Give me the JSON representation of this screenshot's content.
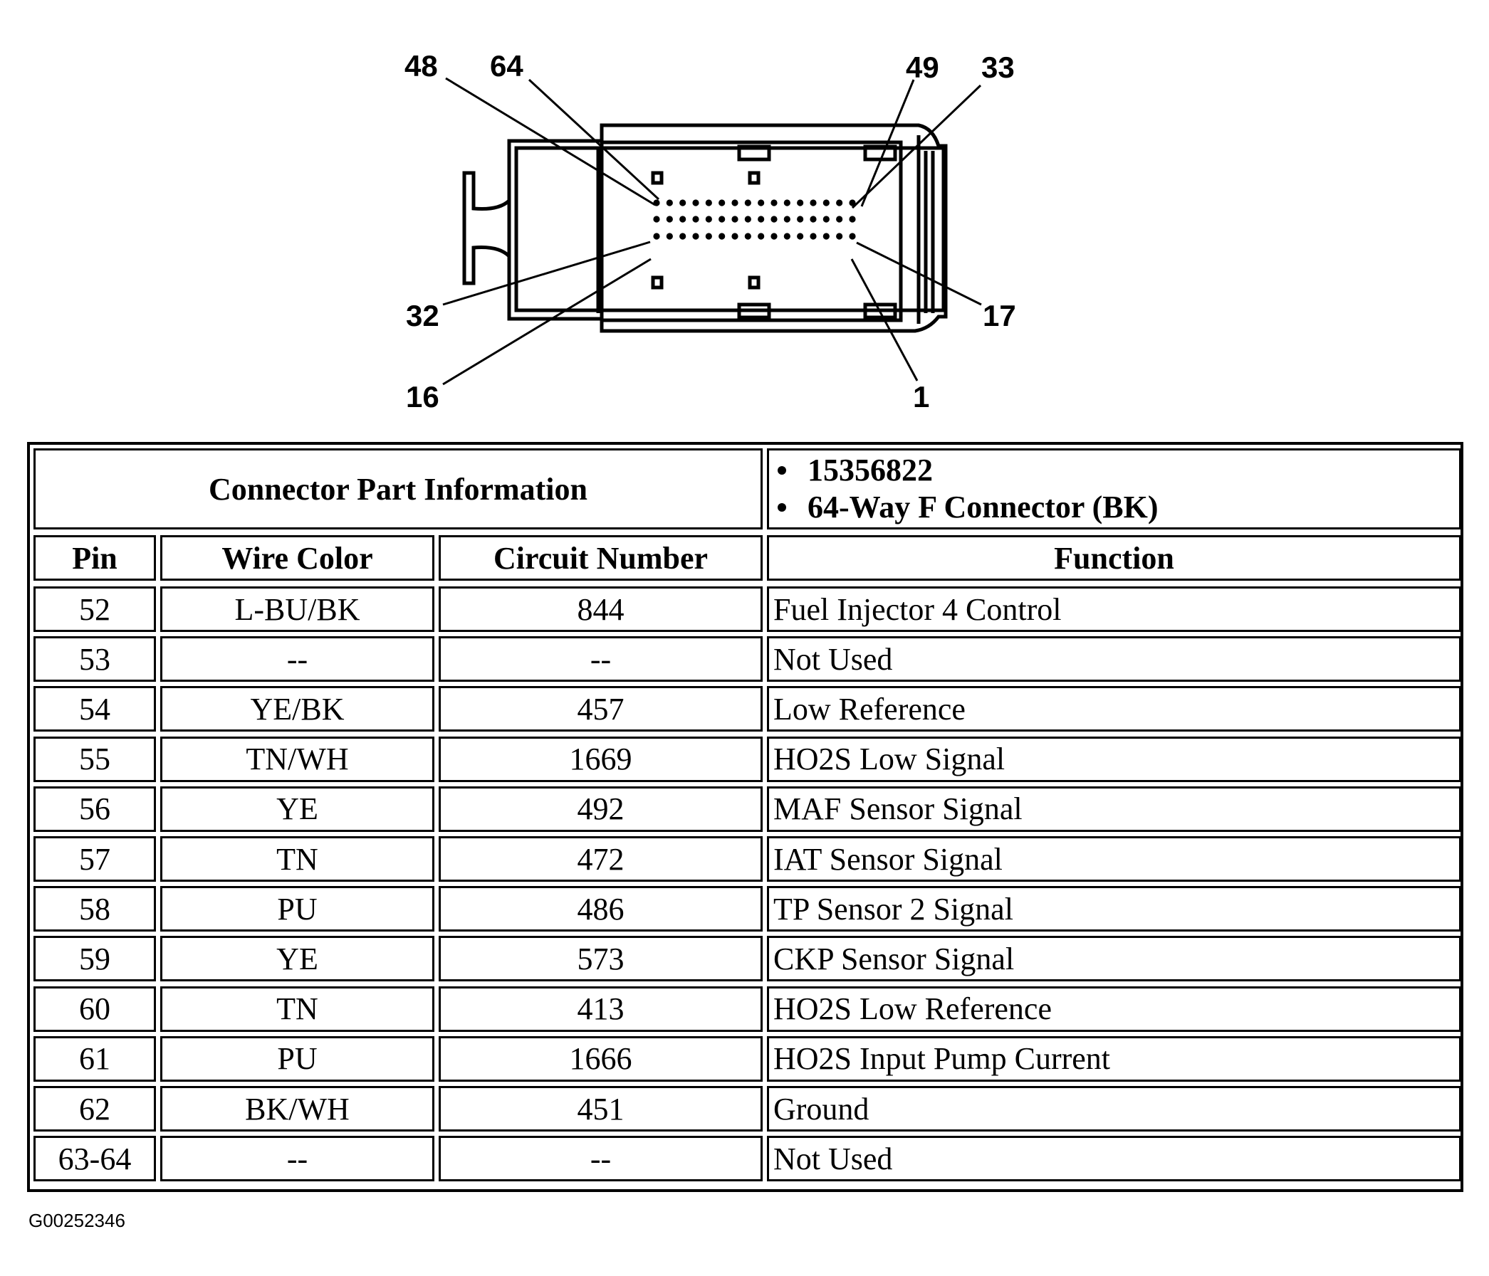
{
  "connector_diagram": {
    "pin_callouts": [
      "48",
      "64",
      "49",
      "33",
      "32",
      "16",
      "17",
      "1"
    ]
  },
  "connector_info": {
    "label": "Connector Part Information",
    "details": [
      "15356822",
      "64-Way F Connector (BK)"
    ]
  },
  "table": {
    "headers": {
      "pin": "Pin",
      "wire_color": "Wire Color",
      "circuit_number": "Circuit Number",
      "function": "Function"
    },
    "rows": [
      {
        "pin": "52",
        "wire_color": "L-BU/BK",
        "circuit": "844",
        "function": "Fuel Injector 4 Control"
      },
      {
        "pin": "53",
        "wire_color": "--",
        "circuit": "--",
        "function": "Not Used"
      },
      {
        "pin": "54",
        "wire_color": "YE/BK",
        "circuit": "457",
        "function": "Low Reference"
      },
      {
        "pin": "55",
        "wire_color": "TN/WH",
        "circuit": "1669",
        "function": "HO2S Low Signal"
      },
      {
        "pin": "56",
        "wire_color": "YE",
        "circuit": "492",
        "function": "MAF Sensor Signal"
      },
      {
        "pin": "57",
        "wire_color": "TN",
        "circuit": "472",
        "function": "IAT Sensor Signal"
      },
      {
        "pin": "58",
        "wire_color": "PU",
        "circuit": "486",
        "function": "TP Sensor 2 Signal"
      },
      {
        "pin": "59",
        "wire_color": "YE",
        "circuit": "573",
        "function": "CKP Sensor Signal"
      },
      {
        "pin": "60",
        "wire_color": "TN",
        "circuit": "413",
        "function": "HO2S Low Reference"
      },
      {
        "pin": "61",
        "wire_color": "PU",
        "circuit": "1666",
        "function": "HO2S Input Pump Current"
      },
      {
        "pin": "62",
        "wire_color": "BK/WH",
        "circuit": "451",
        "function": "Ground"
      },
      {
        "pin": "63-64",
        "wire_color": "--",
        "circuit": "--",
        "function": "Not Used"
      }
    ]
  },
  "figure_id": "G00252346"
}
